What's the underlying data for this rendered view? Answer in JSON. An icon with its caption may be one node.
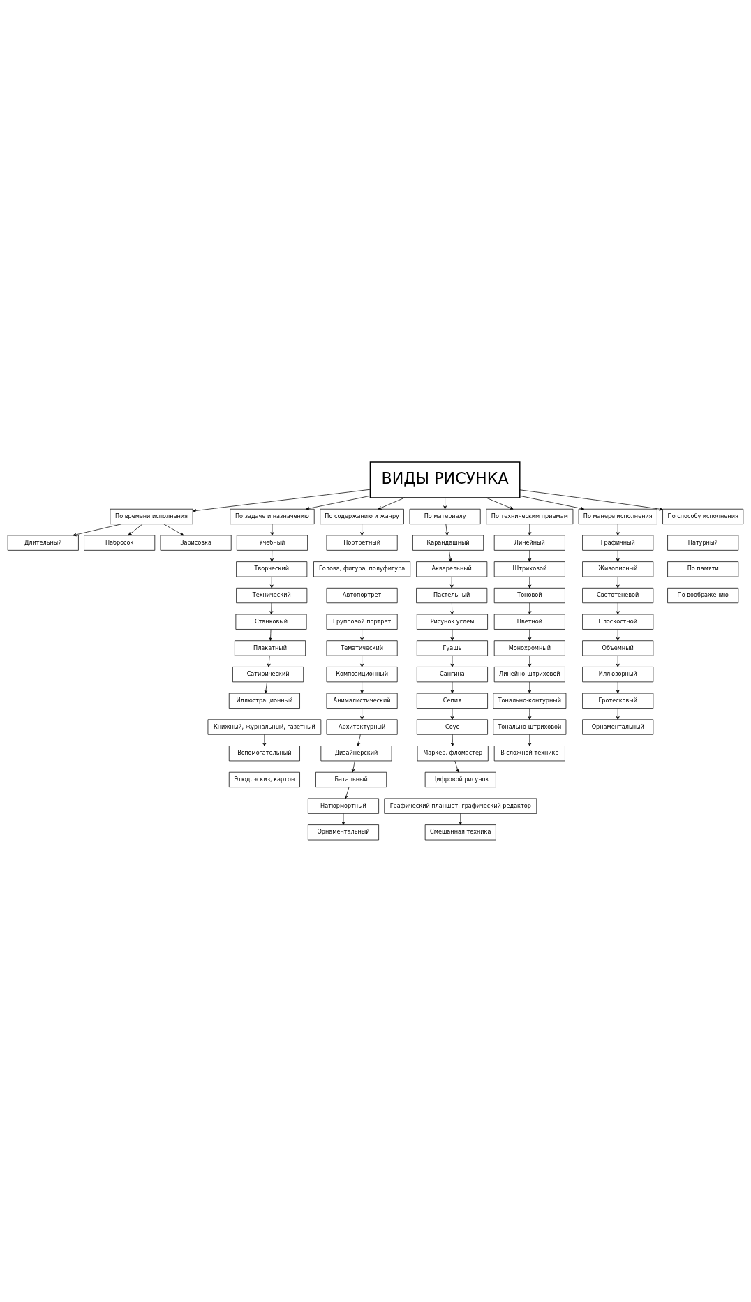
{
  "diagram": {
    "nodes": [
      {
        "text": [
          "ВИДЫ РИСУНКА"
        ]
      },
      {
        "text": [
          "По времени исполнения"
        ]
      },
      {
        "text": [
          "Длительный"
        ]
      },
      {
        "text": [
          "Набросок"
        ]
      },
      {
        "text": [
          "Зарисовка"
        ]
      },
      {
        "text": [
          "По задаче и назначению"
        ]
      },
      {
        "text": [
          "Учебный"
        ]
      },
      {
        "text": [
          "Творческий"
        ]
      },
      {
        "text": [
          "Технический"
        ]
      },
      {
        "text": [
          "Станковый"
        ]
      },
      {
        "text": [
          "Плакатный"
        ]
      },
      {
        "text": [
          "Сатирический"
        ]
      },
      {
        "text": [
          "Иллюстрационный"
        ]
      },
      {
        "text": [
          "Книжный, журнальный, газетный"
        ]
      },
      {
        "text": [
          "Вспомогательный"
        ]
      },
      {
        "text": [
          "Этюд, эскиз, картон"
        ]
      },
      {
        "text": [
          "По содержанию и жанру"
        ]
      },
      {
        "text": [
          "Портретный"
        ]
      },
      {
        "text": [
          "Голова, фигура, полуфигура"
        ]
      },
      {
        "text": [
          "Автопортрет"
        ]
      },
      {
        "text": [
          "Групповой портрет"
        ]
      },
      {
        "text": [
          "Тематический"
        ]
      },
      {
        "text": [
          "Композиционный"
        ]
      },
      {
        "text": [
          "Анималистический"
        ]
      },
      {
        "text": [
          "Архитектурный"
        ]
      },
      {
        "text": [
          "Дизайнерский"
        ]
      },
      {
        "text": [
          "Батальный"
        ]
      },
      {
        "text": [
          "Натюрмортный"
        ]
      },
      {
        "text": [
          "Орнаментальный"
        ]
      },
      {
        "text": [
          "По материалу"
        ]
      },
      {
        "text": [
          "Карандашный"
        ]
      },
      {
        "text": [
          "Акварельный"
        ]
      },
      {
        "text": [
          "Пастельный"
        ]
      },
      {
        "text": [
          "Рисунок углем"
        ]
      },
      {
        "text": [
          "Гуашь"
        ]
      },
      {
        "text": [
          "Сангина"
        ]
      },
      {
        "text": [
          "Сепия"
        ]
      },
      {
        "text": [
          "Соус"
        ]
      },
      {
        "text": [
          "Маркер, фломастер"
        ]
      },
      {
        "text": [
          "Цифровой рисунок"
        ]
      },
      {
        "text": [
          "Графический планшет, графический редактор"
        ]
      },
      {
        "text": [
          "Смешанная техника"
        ]
      },
      {
        "text": [
          "По техническим приемам"
        ]
      },
      {
        "text": [
          "Линейный"
        ]
      },
      {
        "text": [
          "Штриховой"
        ]
      },
      {
        "text": [
          "Тоновой"
        ]
      },
      {
        "text": [
          "Цветной"
        ]
      },
      {
        "text": [
          "Монохромный"
        ]
      },
      {
        "text": [
          "Линейно-штриховой"
        ]
      },
      {
        "text": [
          "Тонально-контурный"
        ]
      },
      {
        "text": [
          "Тонально-штриховой"
        ]
      },
      {
        "text": [
          "В сложной технике"
        ]
      },
      {
        "text": [
          "По манере исполнения"
        ]
      },
      {
        "text": [
          "Графичный"
        ]
      },
      {
        "text": [
          "Живописный"
        ]
      },
      {
        "text": [
          "Светотеневой"
        ]
      },
      {
        "text": [
          "Плоскостной"
        ]
      },
      {
        "text": [
          "Объемный"
        ]
      },
      {
        "text": [
          "Иллюзорный"
        ]
      },
      {
        "text": [
          "Гротесковый"
        ]
      },
      {
        "text": [
          "Орнаментальный"
        ]
      },
      {
        "text": [
          "По способу исполнения"
        ]
      },
      {
        "text": [
          "Натурный"
        ]
      },
      {
        "text": [
          "По памяти"
        ]
      },
      {
        "text": [
          "По воображению"
        ]
      }
    ],
    "edges": [
      {
        "from": 0,
        "to": 1,
        "arrow": "to"
      },
      {
        "from": 0,
        "to": 5,
        "arrow": "to"
      },
      {
        "from": 0,
        "to": 16,
        "arrow": "to"
      },
      {
        "from": 0,
        "to": 29,
        "arrow": "to"
      },
      {
        "from": 0,
        "to": 42,
        "arrow": "to"
      },
      {
        "from": 0,
        "to": 52,
        "arrow": "to"
      },
      {
        "from": 0,
        "to": 61,
        "arrow": "to"
      },
      {
        "from": 1,
        "to": 2,
        "arrow": "to"
      },
      {
        "from": 1,
        "to": 3,
        "arrow": "to"
      },
      {
        "from": 1,
        "to": 4,
        "arrow": "to"
      },
      {
        "from": 5,
        "to": 6,
        "arrow": "to"
      },
      {
        "from": 6,
        "to": 7,
        "arrow": "to"
      },
      {
        "from": 7,
        "to": 8,
        "arrow": "to"
      },
      {
        "from": 8,
        "to": 9,
        "arrow": "to"
      },
      {
        "from": 9,
        "to": 10,
        "arrow": "to"
      },
      {
        "from": 10,
        "to": 11,
        "arrow": "to"
      },
      {
        "from": 11,
        "to": 12,
        "arrow": "to"
      },
      {
        "from": 13,
        "to": 14,
        "arrow": "to"
      },
      {
        "from": 16,
        "to": 17,
        "arrow": "to"
      },
      {
        "from": 20,
        "to": 21,
        "arrow": "to"
      },
      {
        "from": 21,
        "to": 22,
        "arrow": "to"
      },
      {
        "from": 22,
        "to": 23,
        "arrow": "to"
      },
      {
        "from": 23,
        "to": 24,
        "arrow": "to"
      },
      {
        "from": 24,
        "to": 25,
        "arrow": "to"
      },
      {
        "from": 25,
        "to": 26,
        "arrow": "to"
      },
      {
        "from": 26,
        "to": 27,
        "arrow": "to"
      },
      {
        "from": 27,
        "to": 28,
        "arrow": "to"
      },
      {
        "from": 29,
        "to": 30,
        "arrow": "to"
      },
      {
        "from": 30,
        "to": 31,
        "arrow": "to"
      },
      {
        "from": 31,
        "to": 32,
        "arrow": "to"
      },
      {
        "from": 32,
        "to": 33,
        "arrow": "to"
      },
      {
        "from": 33,
        "to": 34,
        "arrow": "to"
      },
      {
        "from": 34,
        "to": 35,
        "arrow": "to"
      },
      {
        "from": 35,
        "to": 36,
        "arrow": "to"
      },
      {
        "from": 36,
        "to": 37,
        "arrow": "to"
      },
      {
        "from": 37,
        "to": 38,
        "arrow": "to"
      },
      {
        "from": 38,
        "to": 39,
        "arrow": "to"
      },
      {
        "from": 40,
        "to": 41,
        "arrow": "to"
      },
      {
        "from": 42,
        "to": 43,
        "arrow": "to"
      },
      {
        "from": 43,
        "to": 44,
        "arrow": "to"
      },
      {
        "from": 44,
        "to": 45,
        "arrow": "to"
      },
      {
        "from": 45,
        "to": 46,
        "arrow": "to"
      },
      {
        "from": 46,
        "to": 47,
        "arrow": "to"
      },
      {
        "from": 47,
        "to": 48,
        "arrow": "to"
      },
      {
        "from": 48,
        "to": 49,
        "arrow": "to"
      },
      {
        "from": 49,
        "to": 50,
        "arrow": "to"
      },
      {
        "from": 50,
        "to": 51,
        "arrow": "to"
      },
      {
        "from": 52,
        "to": 53,
        "arrow": "to"
      },
      {
        "from": 53,
        "to": 54,
        "arrow": "to"
      },
      {
        "from": 54,
        "to": 55,
        "arrow": "to"
      },
      {
        "from": 55,
        "to": 56,
        "arrow": "to"
      },
      {
        "from": 56,
        "to": 57,
        "arrow": "to"
      },
      {
        "from": 57,
        "to": 58,
        "arrow": "to"
      },
      {
        "from": 58,
        "to": 59,
        "arrow": "to"
      },
      {
        "from": 59,
        "to": 60,
        "arrow": "to"
      }
    ]
  }
}
